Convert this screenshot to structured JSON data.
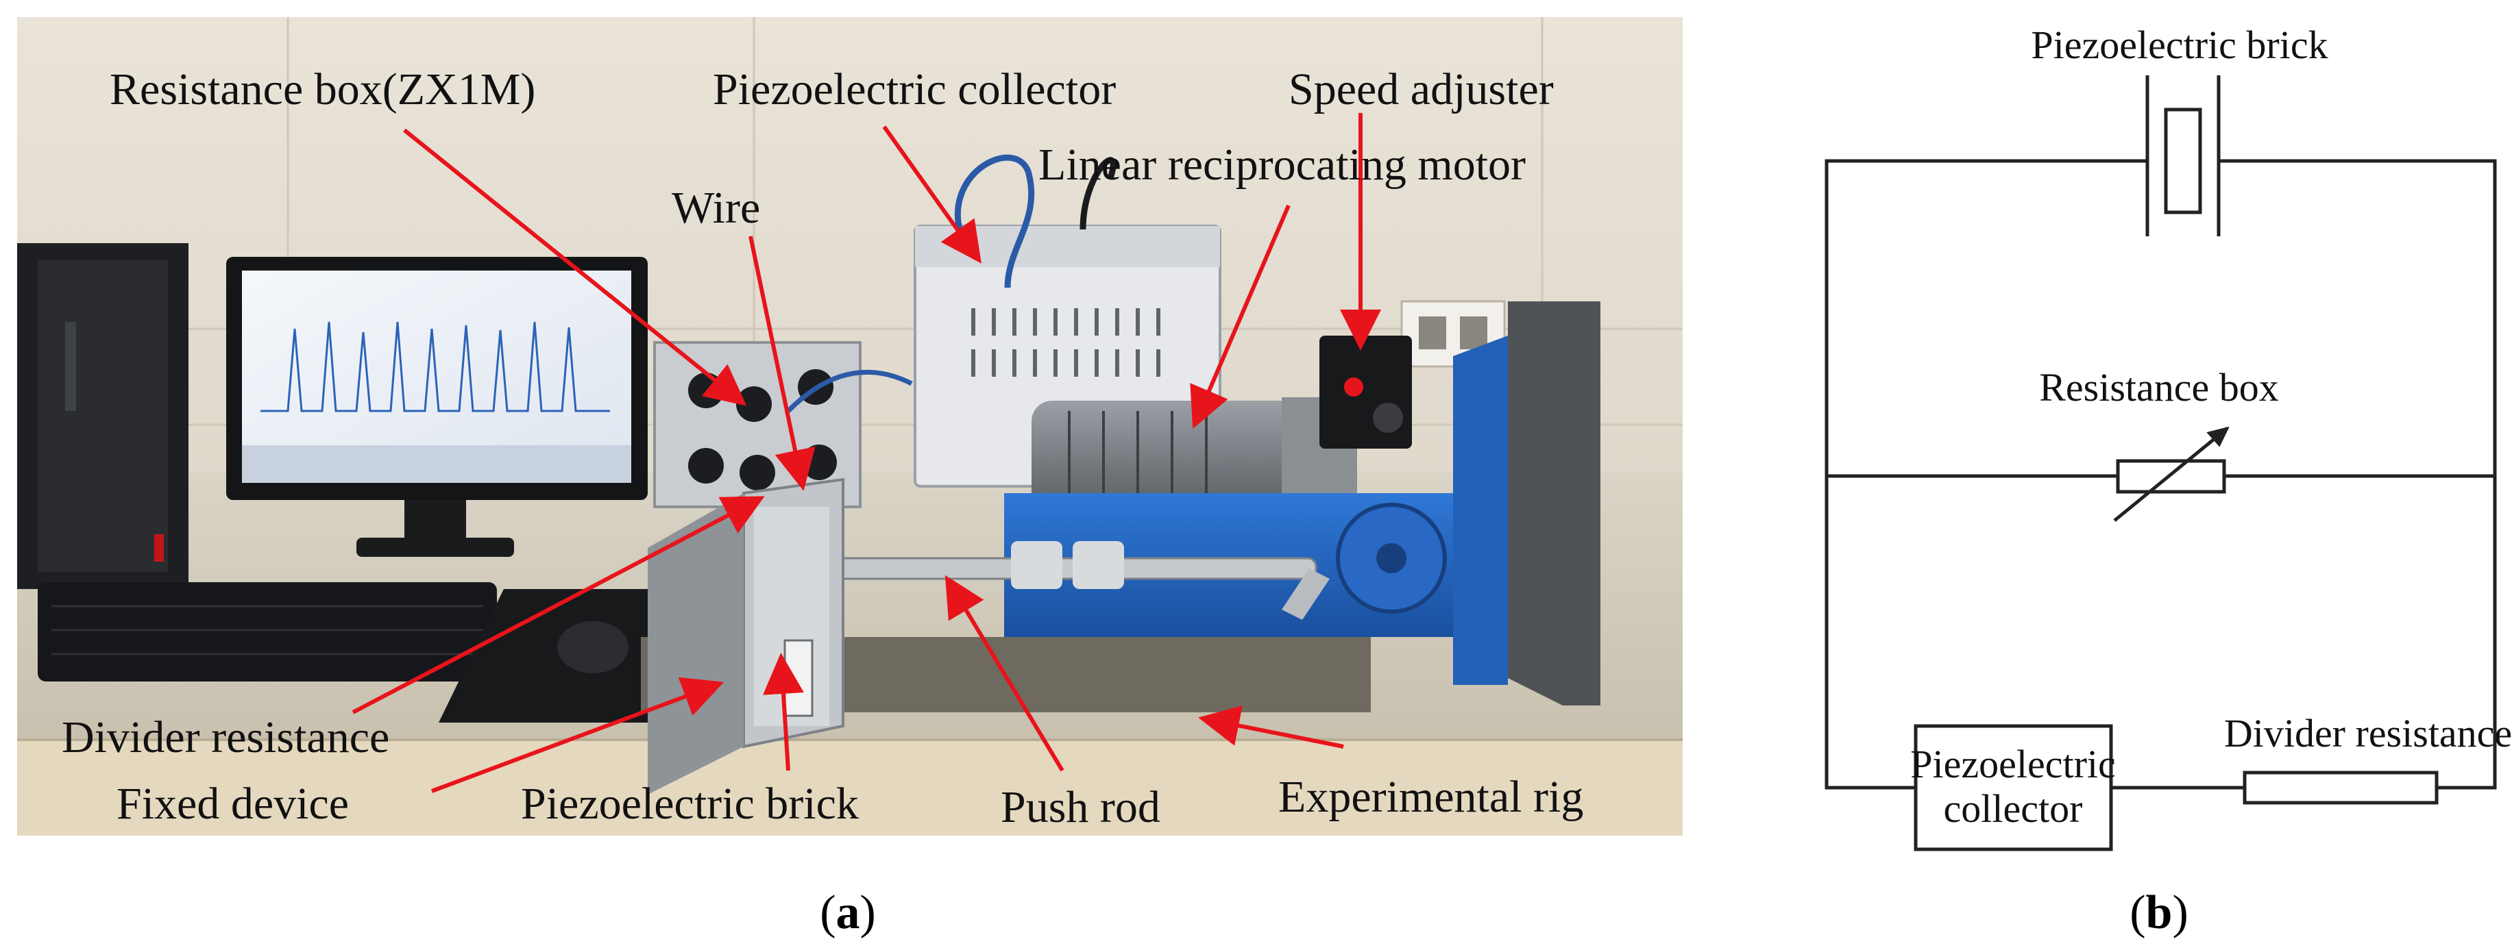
{
  "panel_a": {
    "panel_label_prefix": "(",
    "panel_label_letter": "a",
    "panel_label_suffix": ")",
    "callouts": {
      "resistance_box": "Resistance box(ZX1M)",
      "piezo_collector": "Piezoelectric collector",
      "speed_adjuster": "Speed adjuster",
      "linear_motor": "Linear reciprocating motor",
      "wire": "Wire",
      "divider_resistance": "Divider resistance",
      "fixed_device": "Fixed device",
      "piezo_brick": "Piezoelectric brick",
      "push_rod": "Push rod",
      "experimental_rig": "Experimental rig"
    },
    "arrow_color": "#e8141b"
  },
  "panel_b": {
    "panel_label_prefix": "(",
    "panel_label_letter": "b",
    "panel_label_suffix": ")",
    "labels": {
      "piezo_brick": "Piezoelectric brick",
      "resistance_box": "Resistance box",
      "collector_line1": "Piezoelectric",
      "collector_line2": "collector",
      "divider_resistance": "Divider resistance"
    }
  }
}
